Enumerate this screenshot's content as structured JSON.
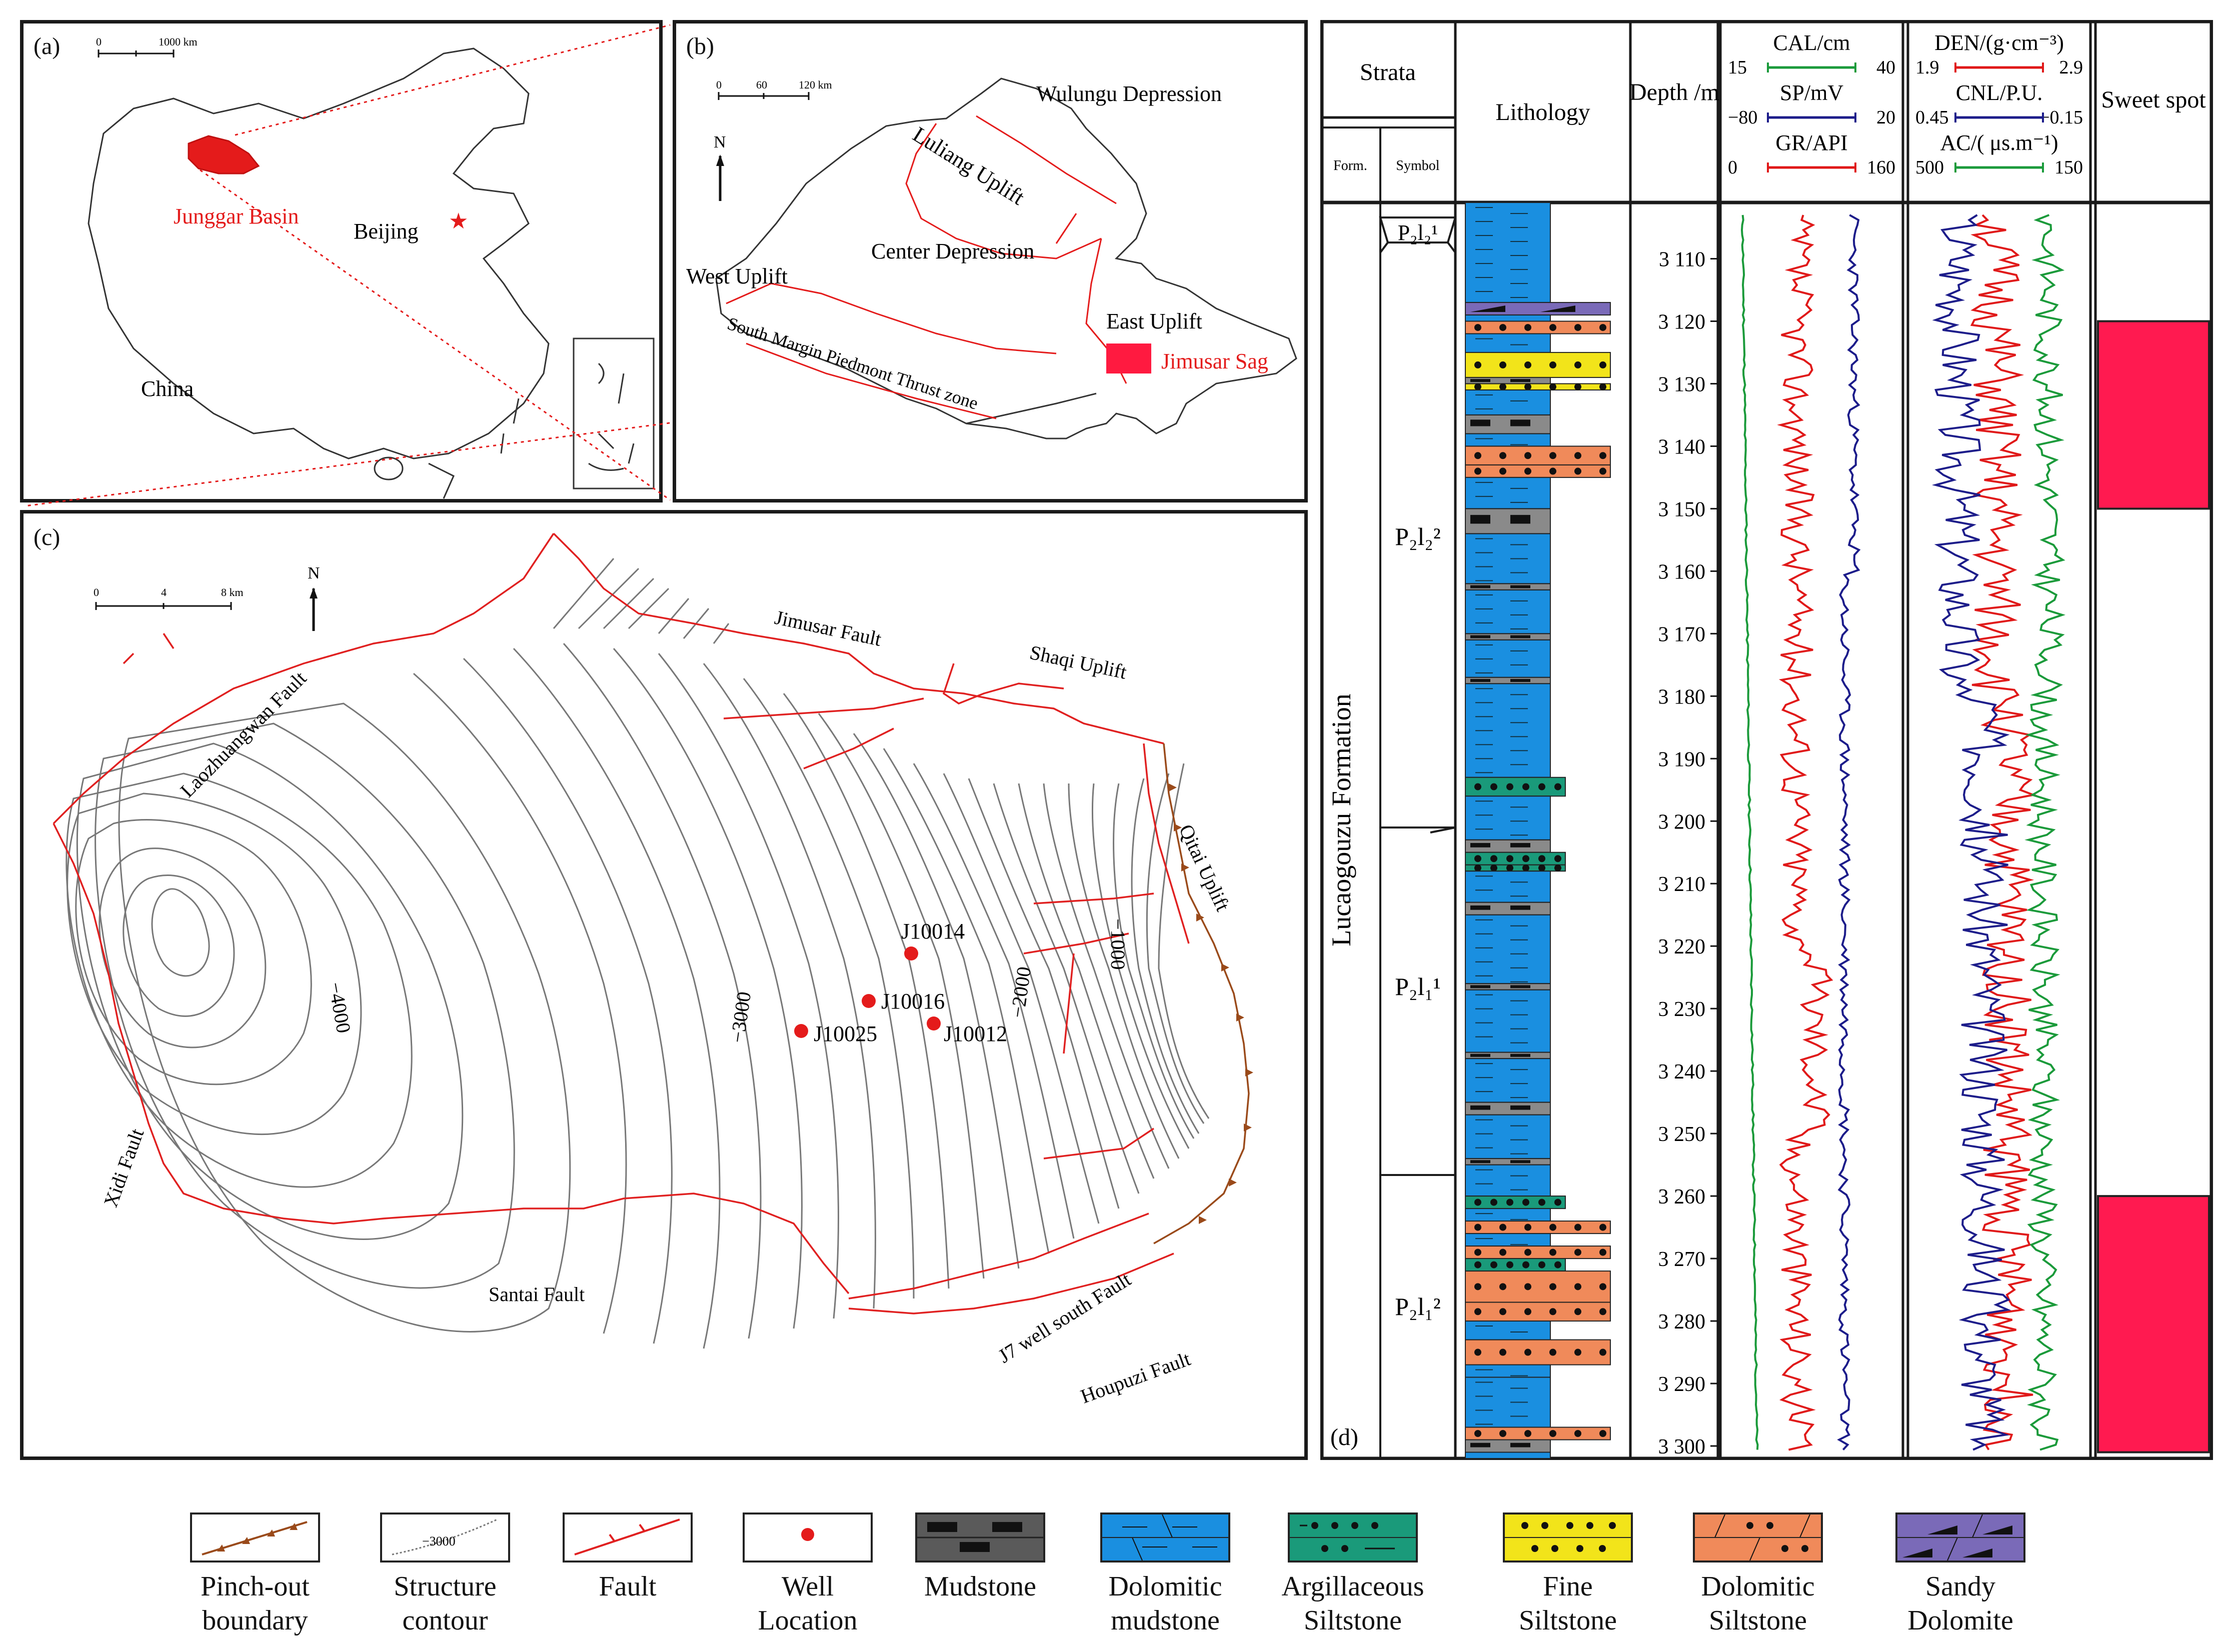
{
  "panel_a": {
    "label": "(a)",
    "scale_zero": "0",
    "scale_end": "1000 km",
    "basin": "Junggar Basin",
    "capital": "Beijing",
    "country": "China"
  },
  "panel_b": {
    "label": "(b)",
    "scale_ticks": [
      "0",
      "60",
      "120 km"
    ],
    "north": "N",
    "units": [
      "Wulungu Depression",
      "Luliang Uplift",
      "West Uplift",
      "Center Depression",
      "East Uplift",
      "Jimusar Sag",
      "South Margin Piedmont Thrust zone"
    ]
  },
  "panel_c": {
    "label": "(c)",
    "scale_ticks": [
      "0",
      "4",
      "8 km"
    ],
    "north": "N",
    "faults": [
      "Laozhuangwan Fault",
      "Jimusar Fault",
      "Shaqi Uplift",
      "Qitai Uplift",
      "Xidi Fault",
      "Santai Fault",
      "J7 well south Fault",
      "Houpuzi Fault"
    ],
    "contours": [
      "−4000",
      "−3000",
      "−2000",
      "−1000"
    ],
    "wells": [
      "J10014",
      "J10016",
      "J10025",
      "J10012"
    ]
  },
  "panel_d": {
    "label": "(d)",
    "headers": {
      "strata": "Strata",
      "form": "Form.",
      "symbol": "Symbol",
      "lithology": "Lithology",
      "depth": "Depth /m",
      "sweet": "Sweet spot"
    },
    "log_track1": [
      {
        "name": "CAL/cm",
        "min": "15",
        "max": "40",
        "color": "#1a9a3a"
      },
      {
        "name": "SP/mV",
        "min": "−80",
        "max": "20",
        "color": "#1c1c8a"
      },
      {
        "name": "GR/API",
        "min": "0",
        "max": "160",
        "color": "#e01818"
      }
    ],
    "log_track2": [
      {
        "name": "DEN/(g·cm⁻³)",
        "min": "1.9",
        "max": "2.9",
        "color": "#e01818"
      },
      {
        "name": "CNL/P.U.",
        "min": "0.45",
        "max": "−0.15",
        "color": "#1c1c8a"
      },
      {
        "name": "AC/( μs.m⁻¹)",
        "min": "500",
        "max": "150",
        "color": "#1a9a3a"
      }
    ],
    "formation": "Lucaogouzu Formation",
    "members": [
      "P₂l₂¹",
      "P₂l₂²",
      "P₂l₁¹",
      "P₂l₁²"
    ],
    "depths": [
      "3 110",
      "3 120",
      "3 130",
      "3 140",
      "3 150",
      "3 160",
      "3 170",
      "3 180",
      "3 190",
      "3 200",
      "3 210",
      "3 220",
      "3 230",
      "3 240",
      "3 250",
      "3 260",
      "3 270",
      "3 280",
      "3 290",
      "3 300"
    ],
    "sweet_spots": [
      [
        3120,
        3150
      ],
      [
        3260,
        3301
      ]
    ]
  },
  "legend": [
    {
      "label": "Pinch-out boundary"
    },
    {
      "label": "Structure contour",
      "sample": "−3000"
    },
    {
      "label": "Fault"
    },
    {
      "label": "Well Location"
    },
    {
      "label": "Mudstone",
      "color": "#5a5a5a"
    },
    {
      "label": "Dolomitic mudstone",
      "color": "#1a8fe0"
    },
    {
      "label": "Argillaceous Siltstone",
      "color": "#1a9a7a"
    },
    {
      "label": "Fine Siltstone",
      "color": "#f2e41a"
    },
    {
      "label": "Dolomitic Siltstone",
      "color": "#f08a5a"
    },
    {
      "label": "Sandy Dolomite",
      "color": "#7a6ab8"
    }
  ],
  "colors": {
    "fault": "#e02020",
    "pinchout": "#9a4a1a",
    "sweet": "#ff1a50",
    "contour": "#777777"
  }
}
